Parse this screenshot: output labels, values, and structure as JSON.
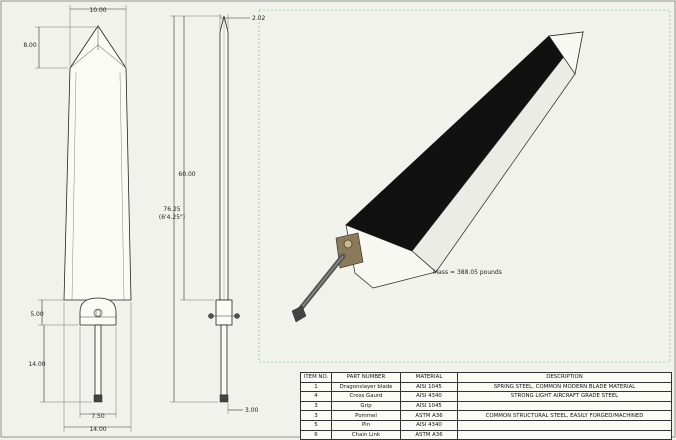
{
  "dimensions": {
    "blade_width": "10.00",
    "tip_length": "8.00",
    "overall_length": "76.25",
    "overall_length_ft": "(6'4.25\")",
    "blade_length": "60.00",
    "blade_thickness": "2.02",
    "guard_height": "5.00",
    "grip_length": "14.00",
    "guard_width": "7.50",
    "base_width": "14.00",
    "pommel_dim": "3.00"
  },
  "mass_label": "Mass = 388.05 pounds",
  "bom": {
    "headers": [
      "ITEM NO.",
      "PART NUMBER",
      "MATERIAL",
      "DESCRIPTION"
    ],
    "rows": [
      [
        "1",
        "Dragonslayer blade",
        "AISI 1045",
        "SPRING STEEL, COMMON MODERN BLADE MATERIAL"
      ],
      [
        "4",
        "Cross Gaurd",
        "AISI 4340",
        "STRONG LIGHT AIRCRAFT GRADE STEEL"
      ],
      [
        "3",
        "Grip",
        "AISI 1045",
        ""
      ],
      [
        "3",
        "Pommel",
        "ASTM A36",
        "COMMON STRUCTURAL STEEL, EASILY FORGED/MACHINED"
      ],
      [
        "5",
        "Pin",
        "AISI 4340",
        ""
      ],
      [
        "6",
        "Chain Link",
        "ASTM A36",
        ""
      ]
    ]
  },
  "colors": {
    "sheet": "#f2f2ec",
    "line": "#222222",
    "blade_dark": "#111111",
    "frame_green": "#6bbf6b"
  }
}
